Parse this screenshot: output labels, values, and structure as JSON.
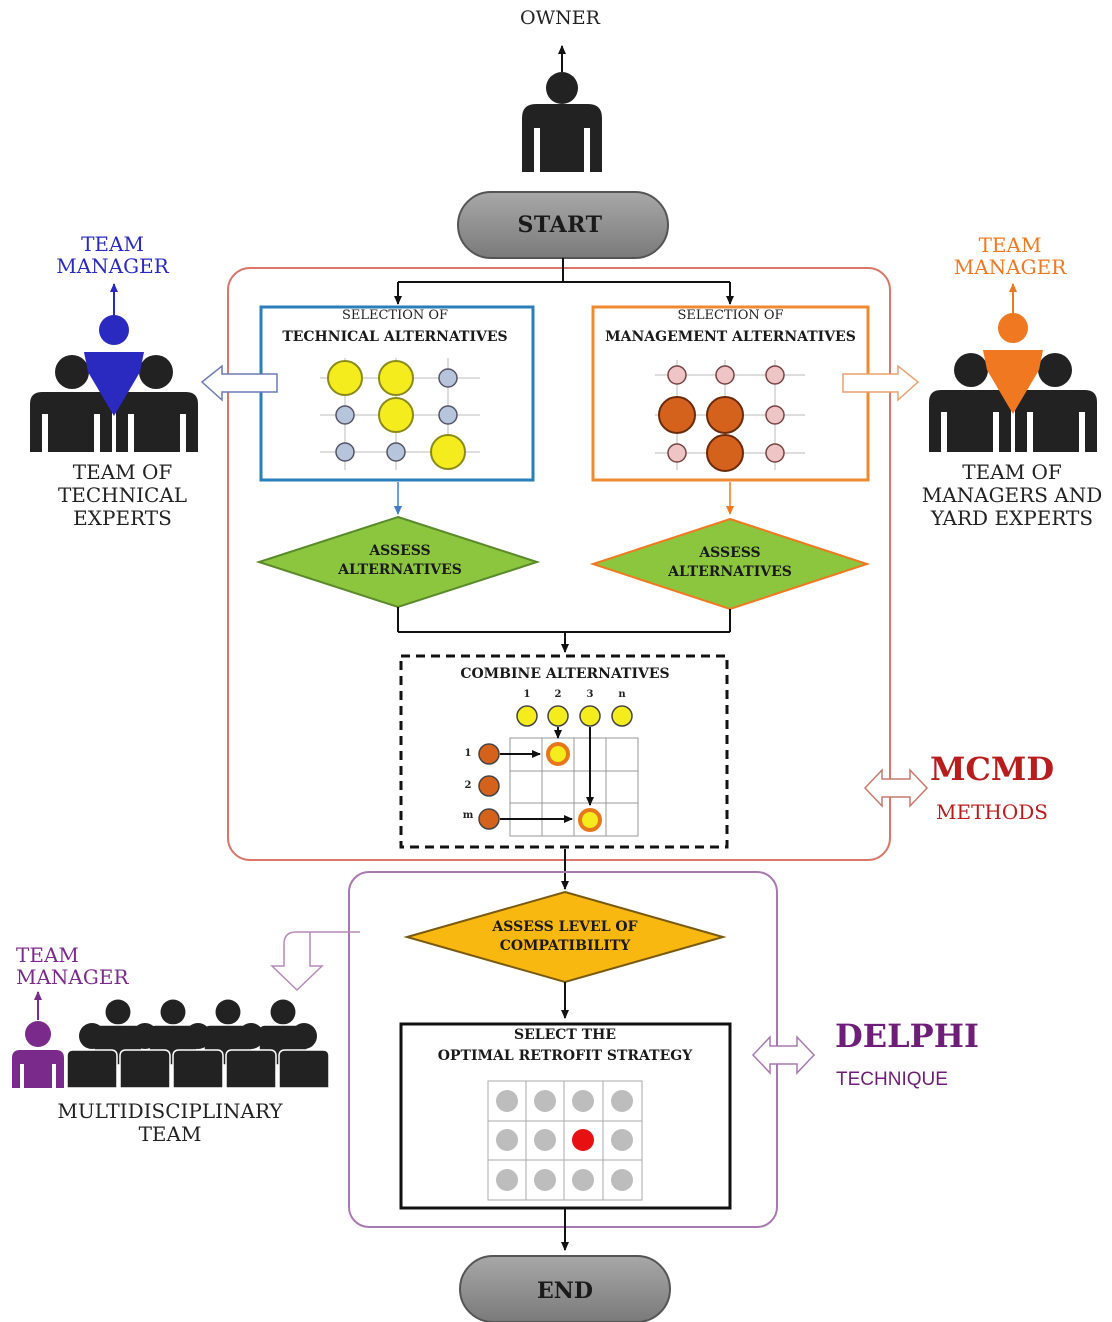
{
  "owner": "OWNER",
  "start": "START",
  "end": "END",
  "team_manager_technical": [
    "TEAM",
    "MANAGER"
  ],
  "team_manager_management": [
    "TEAM",
    "MANAGER"
  ],
  "team_manager_multi": [
    "TEAM",
    "MANAGER"
  ],
  "team_technical": [
    "TEAM OF",
    "TECHNICAL",
    "EXPERTS"
  ],
  "team_management": [
    "TEAM OF",
    "MANAGERS AND",
    "YARD EXPERTS"
  ],
  "team_multi": [
    "MULTIDISCIPLINARY",
    "TEAM"
  ],
  "technical_box": {
    "line1": "SELECTION OF",
    "line2": "TECHNICAL ALTERNATIVES"
  },
  "management_box": {
    "line1": "SELECTION OF",
    "line2": "MANAGEMENT ALTERNATIVES"
  },
  "assess_left": [
    "ASSESS",
    "ALTERNATIVES"
  ],
  "assess_right": [
    "ASSESS",
    "ALTERNATIVES"
  ],
  "combine": {
    "title": "COMBINE ALTERNATIVES",
    "cols": [
      "1",
      "2",
      "3",
      "n"
    ],
    "rows": [
      "1",
      "2",
      "m"
    ]
  },
  "compatibility": [
    "ASSESS LEVEL OF",
    "COMPATIBILITY"
  ],
  "select": {
    "line1": "SELECT THE",
    "line2": "OPTIMAL RETROFIT STRATEGY"
  },
  "mcmd": {
    "title": "MCMD",
    "subtitle": "METHODS"
  },
  "delphi": {
    "title": "DELPHI",
    "subtitle": "TECHNIQUE"
  },
  "colors": {
    "tech_blue": "#2a2ac0",
    "mgr_orange": "#f07820",
    "multi_purple": "#7a2a8a",
    "mcmd_red": "#b81c1c",
    "delphi_purple": "#6e1e78",
    "assess_green": "#8cc63f",
    "compat_yellow": "#f8b810",
    "highlight_red": "#e81010"
  }
}
